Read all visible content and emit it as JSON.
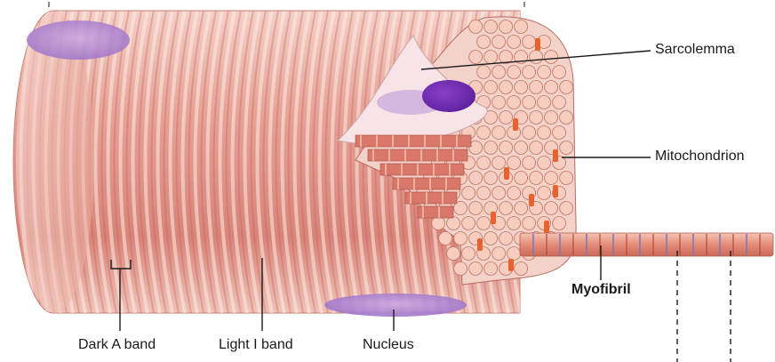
{
  "labels": {
    "sarcolemma": "Sarcolemma",
    "mitochondrion": "Mitochondrion",
    "myofibril": "Myofibril",
    "dark_a_band": "Dark A band",
    "light_i_band": "Light I band",
    "nucleus": "Nucleus"
  },
  "colors": {
    "muscle": "#e39a8f",
    "muscle_light": "#f3c3b8",
    "fibril": "#f2b8a6",
    "mitochondrion": "#e8622d",
    "nucleus": "#9b6fc7",
    "sarcolemma": "#f7e9ec",
    "leader_line": "#1a1a1a"
  }
}
